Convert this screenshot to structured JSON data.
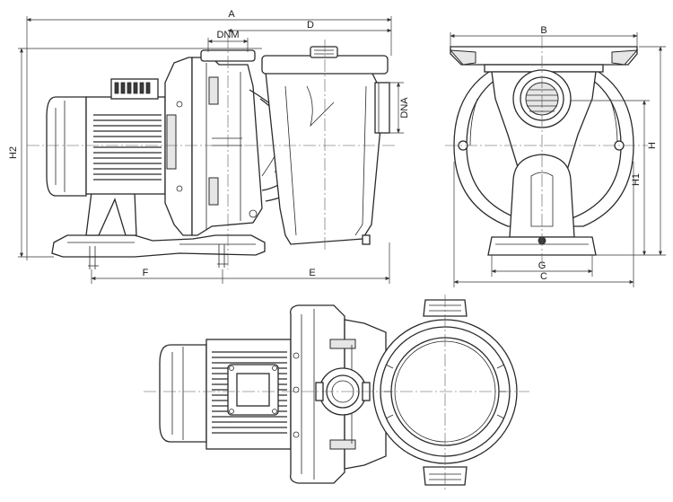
{
  "dimension_labels": {
    "A": "A",
    "D": "D",
    "DNM": "DNM",
    "DNA": "DNA",
    "H2": "H2",
    "F": "F",
    "E": "E",
    "B": "B",
    "H": "H",
    "H1": "H1",
    "G": "G",
    "C": "C"
  }
}
